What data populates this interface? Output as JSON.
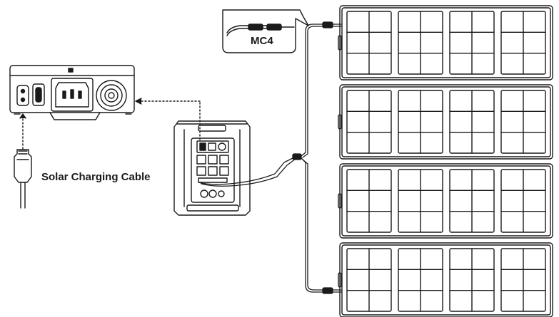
{
  "diagram": {
    "labels": {
      "cable": "Solar Charging Cable",
      "connector": "MC4"
    },
    "line_color": "#1a1a1a",
    "panels": {
      "count": 4,
      "modules_per_panel": 4,
      "cells_per_module": 6
    }
  }
}
